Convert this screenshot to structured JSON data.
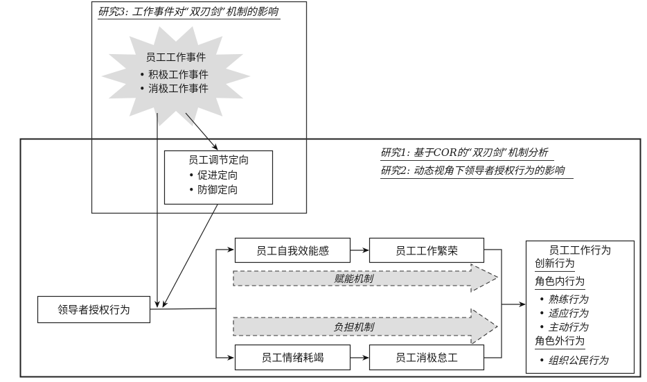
{
  "study3": {
    "title": "研究3: 工作事件对“双刃剑”机制的影响",
    "events": {
      "heading": "员工工作事件",
      "items": [
        "积极工作事件",
        "消极工作事件"
      ]
    }
  },
  "main_frame": {
    "study1_title": "研究1: 基于COR的“双刃剑”机制分析",
    "study2_title": "研究2: 动态视角下领导者授权行为的影响"
  },
  "regulatory_focus": {
    "heading": "员工调节定向",
    "items": [
      "促进定向",
      "防御定向"
    ]
  },
  "leader_box": {
    "label": "领导者授权行为"
  },
  "upper_path": {
    "node1": "员工自我效能感",
    "node2": "员工工作繁荣",
    "mechanism": "赋能机制"
  },
  "lower_path": {
    "node1": "员工情绪耗竭",
    "node2": "员工消极怠工",
    "mechanism": "负担机制"
  },
  "outcome_box": {
    "heading": "员工工作行为",
    "groups": [
      {
        "title": "创新行为",
        "items": []
      },
      {
        "title": "角色内行为",
        "items": [
          "熟练行为",
          "适应行为",
          "主动行为"
        ]
      },
      {
        "title": "角色外行为",
        "items": [
          "组织公民行为"
        ]
      }
    ]
  },
  "bullet_glyph": "•"
}
